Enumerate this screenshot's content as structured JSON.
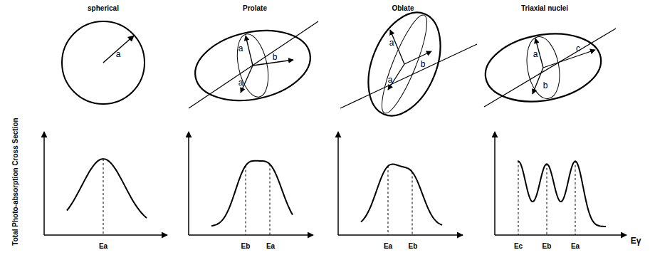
{
  "diagram": {
    "labels": [
      "spherical",
      "Prolate",
      "Oblate",
      "Triaxial nuclei",
      "a",
      "a",
      "a",
      "b",
      "a",
      "a",
      "b",
      "c",
      "a",
      "b",
      "Total Photo-absorption Cross Section",
      "Ea",
      "Eb",
      "Ea",
      "Ea",
      "Eb",
      "Ec",
      "Eb",
      "Ea",
      "Eγ"
    ]
  }
}
